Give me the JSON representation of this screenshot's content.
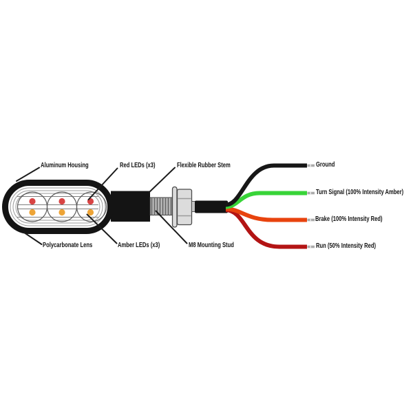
{
  "diagram": {
    "parts": {
      "aluminum_housing": {
        "label": "Aluminum Housing"
      },
      "red_leds": {
        "label": "Red LEDs (x3)"
      },
      "flexible_rubber_stem": {
        "label": "Flexible Rubber Stem"
      },
      "polycarbonate_lens": {
        "label": "Polycarbonate Lens"
      },
      "amber_leds": {
        "label": "Amber LEDs (x3)"
      },
      "m8_mounting_stud": {
        "label": "M8 Mounting Stud"
      }
    },
    "leds": {
      "red_color": "#d84444",
      "amber_color": "#eda437"
    },
    "wires": [
      {
        "name": "ground",
        "label": "Ground",
        "color": "#171717"
      },
      {
        "name": "turn_signal",
        "label": "Turn Signal (100% Intensity Amber)",
        "color": "#38d438"
      },
      {
        "name": "brake",
        "label": "Brake (100% Intensity Red)",
        "color": "#e8430e"
      },
      {
        "name": "run",
        "label": "Run (50% Intensity Red)",
        "color": "#b31414"
      }
    ],
    "colors": {
      "housing_black": "#141414",
      "outline_gray": "#999999",
      "lens_line_gray": "#7d7d7d",
      "thread_gray": "#c4c4c4",
      "nut_gray": "#dcdcdc",
      "wire_tip_gray": "#ababab"
    }
  }
}
